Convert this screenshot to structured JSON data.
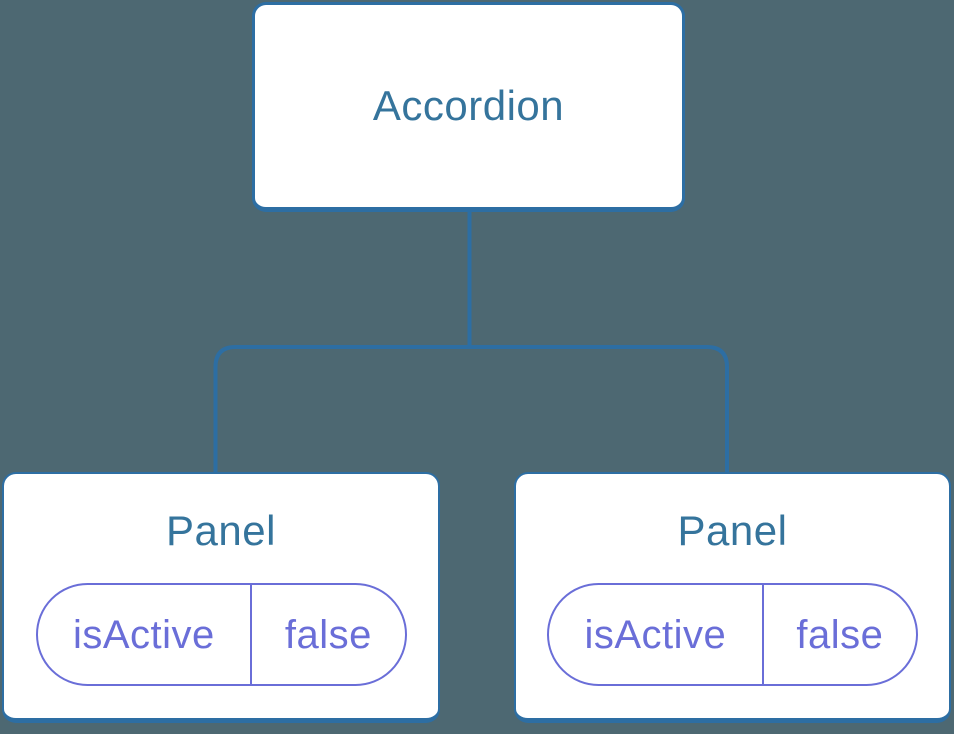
{
  "tree": {
    "root": {
      "label": "Accordion"
    },
    "panels": [
      {
        "label": "Panel",
        "state": {
          "key": "isActive",
          "value": "false"
        }
      },
      {
        "label": "Panel",
        "state": {
          "key": "isActive",
          "value": "false"
        }
      }
    ]
  },
  "colors": {
    "background": "#4d6872",
    "line": "#2d6ea3",
    "node-fill": "#ffffff",
    "node-text": "#35749c",
    "state": "#6a6ed8"
  }
}
